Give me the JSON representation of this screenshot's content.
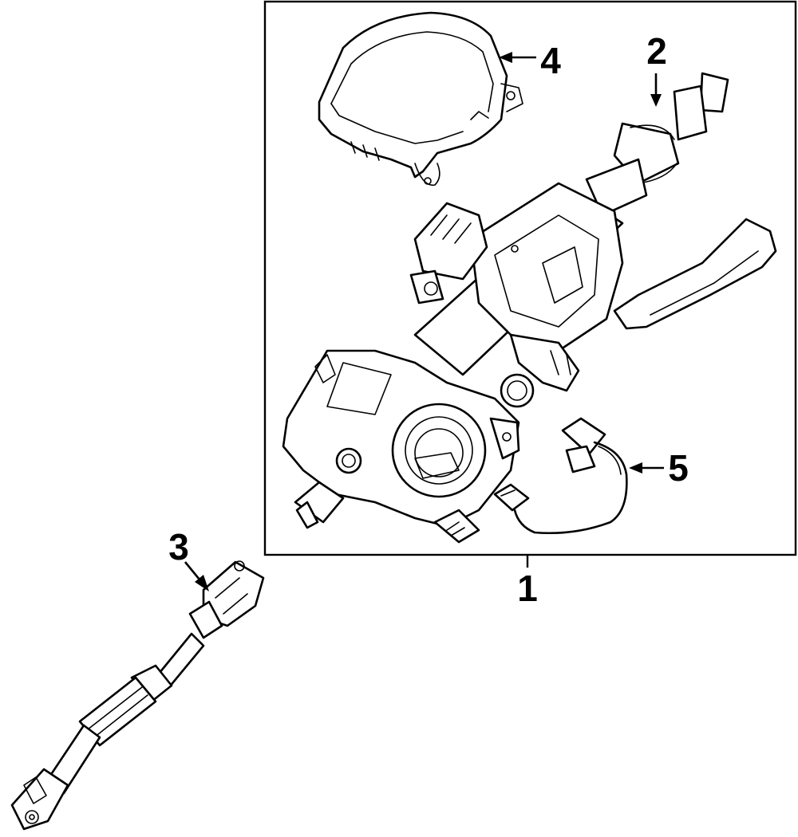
{
  "callouts": {
    "part1": "1",
    "part2": "2",
    "part3": "3",
    "part4": "4",
    "part5": "5"
  },
  "colors": {
    "line": "#000000",
    "background": "#ffffff"
  }
}
